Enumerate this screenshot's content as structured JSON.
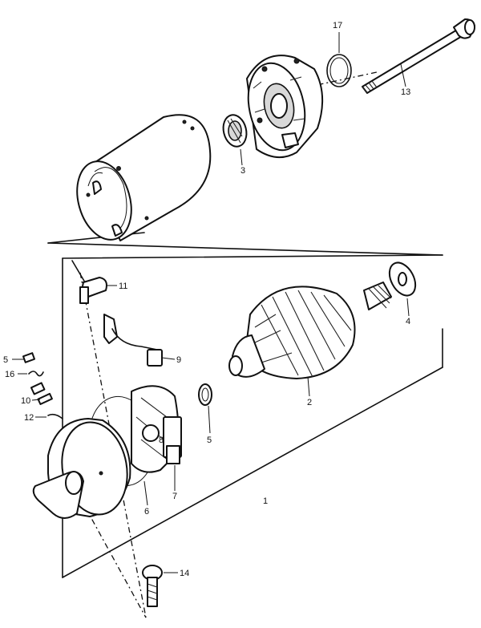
{
  "callouts": [
    {
      "id": "label-17",
      "text": "17"
    },
    {
      "id": "label-13",
      "text": "13"
    },
    {
      "id": "label-3",
      "text": "3"
    },
    {
      "id": "label-11",
      "text": "11"
    },
    {
      "id": "label-4",
      "text": "4"
    },
    {
      "id": "label-9",
      "text": "9"
    },
    {
      "id": "label-5a",
      "text": "5"
    },
    {
      "id": "label-16",
      "text": "16"
    },
    {
      "id": "label-10",
      "text": "10"
    },
    {
      "id": "label-12",
      "text": "12"
    },
    {
      "id": "label-2",
      "text": "2"
    },
    {
      "id": "label-8",
      "text": "8"
    },
    {
      "id": "label-5b",
      "text": "5"
    },
    {
      "id": "label-6",
      "text": "6"
    },
    {
      "id": "label-7",
      "text": "7"
    },
    {
      "id": "label-1",
      "text": "1"
    },
    {
      "id": "label-14",
      "text": "14"
    }
  ]
}
